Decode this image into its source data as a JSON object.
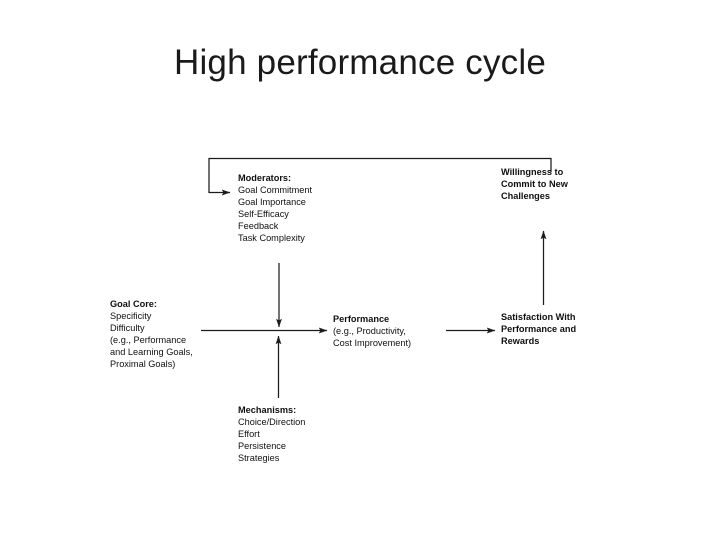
{
  "slide": {
    "title": "High performance cycle",
    "background_color": "#ffffff",
    "text_color": "#101010",
    "line_color": "#1c1c1c"
  },
  "diagram": {
    "type": "flow-diagram",
    "nodes": [
      {
        "id": "moderators",
        "heading": "Moderators:",
        "lines": [
          "Goal Commitment",
          "Goal Importance",
          "Self-Efficacy",
          "Feedback",
          "Task Complexity"
        ]
      },
      {
        "id": "willingness",
        "heading": "",
        "lines": [
          "Willingness to",
          "Commit to New",
          "Challenges"
        ],
        "all_bold": true
      },
      {
        "id": "goal-core",
        "heading": "Goal Core:",
        "lines": [
          "Specificity",
          "Difficulty",
          "(e.g., Performance",
          "and Learning Goals,",
          "Proximal Goals)"
        ]
      },
      {
        "id": "performance",
        "heading": "Performance",
        "lines": [
          "(e.g., Productivity,",
          "Cost Improvement)"
        ]
      },
      {
        "id": "satisfaction",
        "heading": "",
        "lines": [
          "Satisfaction With",
          "Performance and",
          "Rewards"
        ],
        "all_bold": true
      },
      {
        "id": "mechanisms",
        "heading": "Mechanisms:",
        "lines": [
          "Choice/Direction",
          "Effort",
          "Persistence",
          "Strategies"
        ]
      }
    ],
    "connectors": [
      {
        "id": "goal-core-to-performance",
        "from": "goal-core",
        "to": "performance",
        "direction": "right"
      },
      {
        "id": "performance-to-satisfaction",
        "from": "performance",
        "to": "satisfaction",
        "direction": "right"
      },
      {
        "id": "satisfaction-to-willingness",
        "from": "satisfaction",
        "to": "willingness",
        "direction": "up"
      },
      {
        "id": "moderators-to-main-path",
        "from": "moderators",
        "to": "goal-core-to-performance",
        "direction": "down"
      },
      {
        "id": "mechanisms-to-main-path",
        "from": "mechanisms",
        "to": "goal-core-to-performance",
        "direction": "up"
      },
      {
        "id": "willingness-feedback-to-moderators",
        "from": "willingness",
        "to": "moderators",
        "direction": "feedback-loop"
      }
    ]
  },
  "node_text": {
    "moderators": {
      "heading": "Moderators:",
      "l0": "Goal Commitment",
      "l1": "Goal Importance",
      "l2": "Self-Efficacy",
      "l3": "Feedback",
      "l4": "Task Complexity"
    },
    "willingness": {
      "l0": "Willingness to",
      "l1": "Commit to New",
      "l2": "Challenges"
    },
    "goal_core": {
      "heading": "Goal Core:",
      "l0": "Specificity",
      "l1": "Difficulty",
      "l2": "(e.g.,  Performance",
      "l3": "and Learning Goals,",
      "l4": "Proximal Goals)"
    },
    "performance": {
      "heading": "Performance",
      "l0": "(e.g., Productivity,",
      "l1": "Cost Improvement)"
    },
    "satisfaction": {
      "l0": "Satisfaction With",
      "l1": "Performance and",
      "l2": "Rewards"
    },
    "mechanisms": {
      "heading": "Mechanisms:",
      "l0": "Choice/Direction",
      "l1": "Effort",
      "l2": "Persistence",
      "l3": "Strategies"
    }
  }
}
